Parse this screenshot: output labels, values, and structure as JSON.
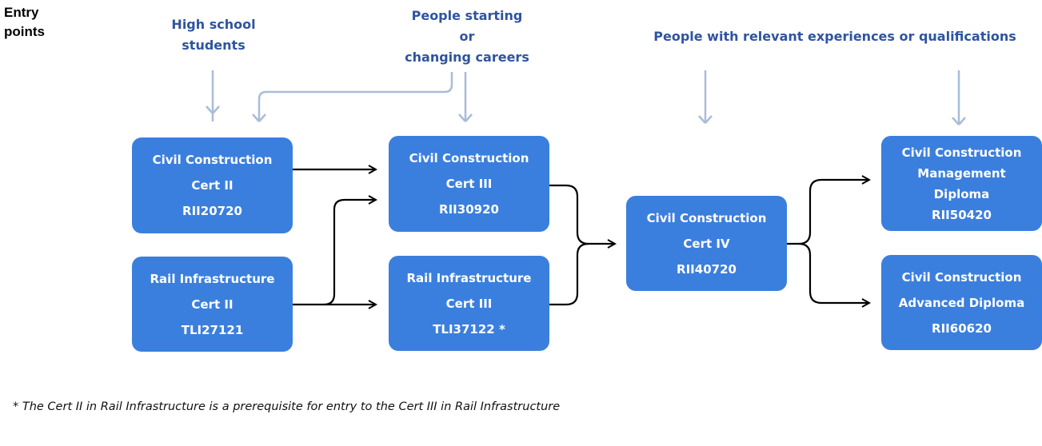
{
  "entry_points_label": "Entry points",
  "entry_labels": {
    "high_school": [
      "High school",
      "students"
    ],
    "career_changers": [
      "People starting",
      "or",
      "changing careers"
    ],
    "experienced": "People with relevant experiences or qualifications"
  },
  "qualifications": {
    "civil_cert2": [
      "Civil Construction",
      "Cert II",
      "RII20720"
    ],
    "rail_cert2": [
      "Rail Infrastructure",
      "Cert II",
      "TLI27121"
    ],
    "civil_cert3": [
      "Civil Construction",
      "Cert III",
      "RII30920"
    ],
    "rail_cert3": [
      "Rail Infrastructure",
      "Cert III",
      "TLI37122 *"
    ],
    "civil_cert4": [
      "Civil Construction",
      "Cert IV",
      "RII40720"
    ],
    "civil_mgmt_diploma": [
      "Civil Construction",
      "Management",
      "Diploma",
      "RII50420"
    ],
    "civil_adv_diploma": [
      "Civil Construction",
      "Advanced Diploma",
      "RII60620"
    ]
  },
  "footnote": "* The Cert II in Rail Infrastructure is a prerequisite for entry to the Cert III in Rail Infrastructure",
  "colors": {
    "box": "#3b7fde",
    "entry_text": "#2e54a0",
    "entry_arrow": "#a9bcd8",
    "flow_arrow": "#000000"
  }
}
